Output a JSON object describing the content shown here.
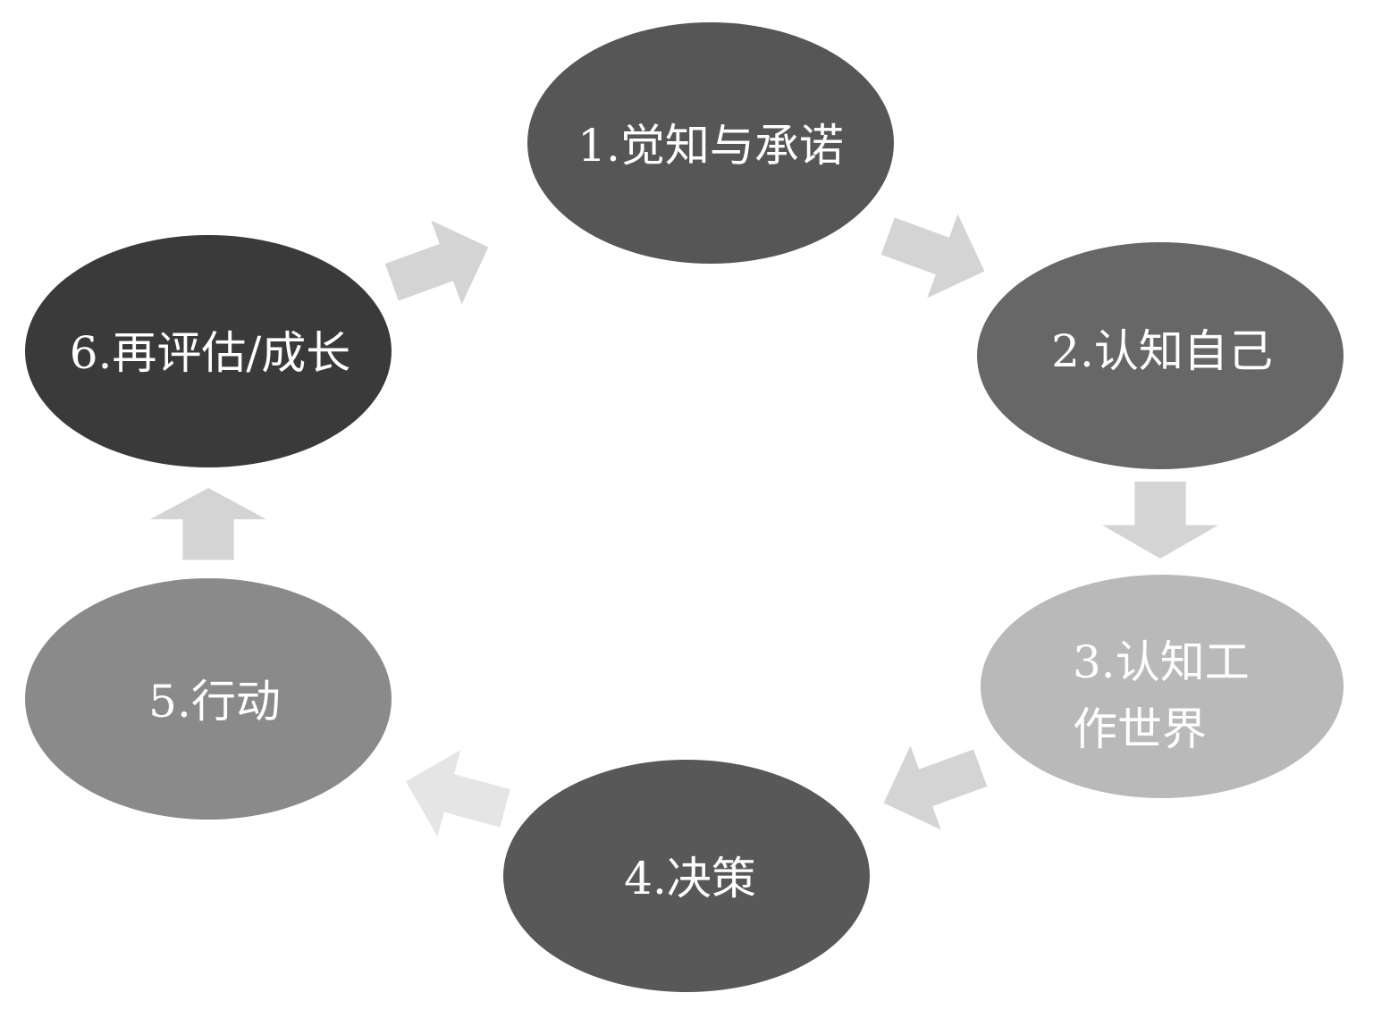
{
  "title": "",
  "steps": [
    {
      "label": "1.觉知与承诺",
      "color": "#565656"
    },
    {
      "label": "2.认知自己",
      "color": "#676767"
    },
    {
      "label_line1": "3.认知工",
      "label_line2": "作世界",
      "color": "#b9b9b9"
    },
    {
      "label": "4.决策",
      "color": "#585858"
    },
    {
      "label": "5.行动",
      "color": "#8a8a8a"
    },
    {
      "label": "6.再评估/成长",
      "color": "#3a3a3a"
    }
  ],
  "arrow_color": "#d4d4d4"
}
